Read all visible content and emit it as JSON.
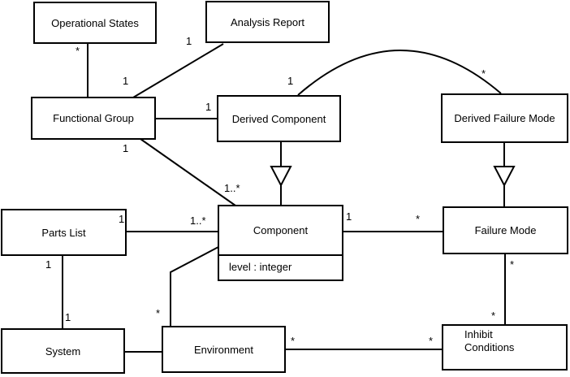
{
  "diagram": {
    "type": "uml-class-diagram",
    "classes": {
      "operational_states": {
        "label": "Operational States"
      },
      "analysis_report": {
        "label": "Analysis Report"
      },
      "functional_group": {
        "label": "Functional Group"
      },
      "derived_component": {
        "label": "Derived Component"
      },
      "derived_failure_mode": {
        "label": "Derived Failure Mode"
      },
      "parts_list": {
        "label": "Parts List"
      },
      "component": {
        "label": "Component",
        "attributes": [
          "level : integer"
        ]
      },
      "failure_mode": {
        "label": "Failure Mode"
      },
      "system": {
        "label": "System"
      },
      "environment": {
        "label": "Environment"
      },
      "inhibit_conditions": {
        "label": "Inhibit\nConditions"
      }
    },
    "multiplicities": {
      "operational_states_end": "*",
      "analysis_report_fg_end": "1",
      "analysis_report_end": "1",
      "derived_component_fg_end": "1",
      "derived_component_arc_end": "1",
      "derived_failure_mode_arc_end": "*",
      "functional_group_component_end": "1",
      "component_functional_group_end": "1..*",
      "parts_list_component_end": "1",
      "component_parts_list_end": "1..*",
      "component_failure_mode_end": "1",
      "failure_mode_component_end": "*",
      "parts_list_system_end": "1",
      "system_parts_list_end": "1",
      "environment_component_end": "*",
      "failure_mode_inhibit_end": "*",
      "inhibit_failure_mode_end": "*",
      "environment_inhibit_end": "*",
      "inhibit_environment_end": "*"
    },
    "associations": [
      {
        "from": "Functional Group",
        "to": "Operational States",
        "from_label": "",
        "to_label": "*"
      },
      {
        "from": "Functional Group",
        "to": "Analysis Report",
        "from_label": "1",
        "to_label": "1"
      },
      {
        "from": "Functional Group",
        "to": "Derived Component",
        "from_label": "",
        "to_label": "1"
      },
      {
        "from": "Derived Component",
        "to": "Derived Failure Mode",
        "from_label": "1",
        "to_label": "*",
        "style": "arc"
      },
      {
        "from": "Functional Group",
        "to": "Component",
        "from_label": "1",
        "to_label": "1..*"
      },
      {
        "from": "Parts List",
        "to": "Component",
        "from_label": "1",
        "to_label": "1..*"
      },
      {
        "from": "Component",
        "to": "Failure Mode",
        "from_label": "1",
        "to_label": "*"
      },
      {
        "from": "Parts List",
        "to": "System",
        "from_label": "1",
        "to_label": "1"
      },
      {
        "from": "Component",
        "to": "Environment",
        "from_label": "",
        "to_label": "*"
      },
      {
        "from": "System",
        "to": "Environment",
        "from_label": "",
        "to_label": ""
      },
      {
        "from": "Environment",
        "to": "Inhibit Conditions",
        "from_label": "*",
        "to_label": "*"
      },
      {
        "from": "Failure Mode",
        "to": "Inhibit Conditions",
        "from_label": "*",
        "to_label": "*"
      }
    ],
    "generalizations": [
      {
        "child": "Derived Component",
        "parent": "Component"
      },
      {
        "child": "Derived Failure Mode",
        "parent": "Failure Mode"
      }
    ],
    "colors": {
      "line": "#000000",
      "background": "#ffffff",
      "text": "#000000"
    }
  }
}
